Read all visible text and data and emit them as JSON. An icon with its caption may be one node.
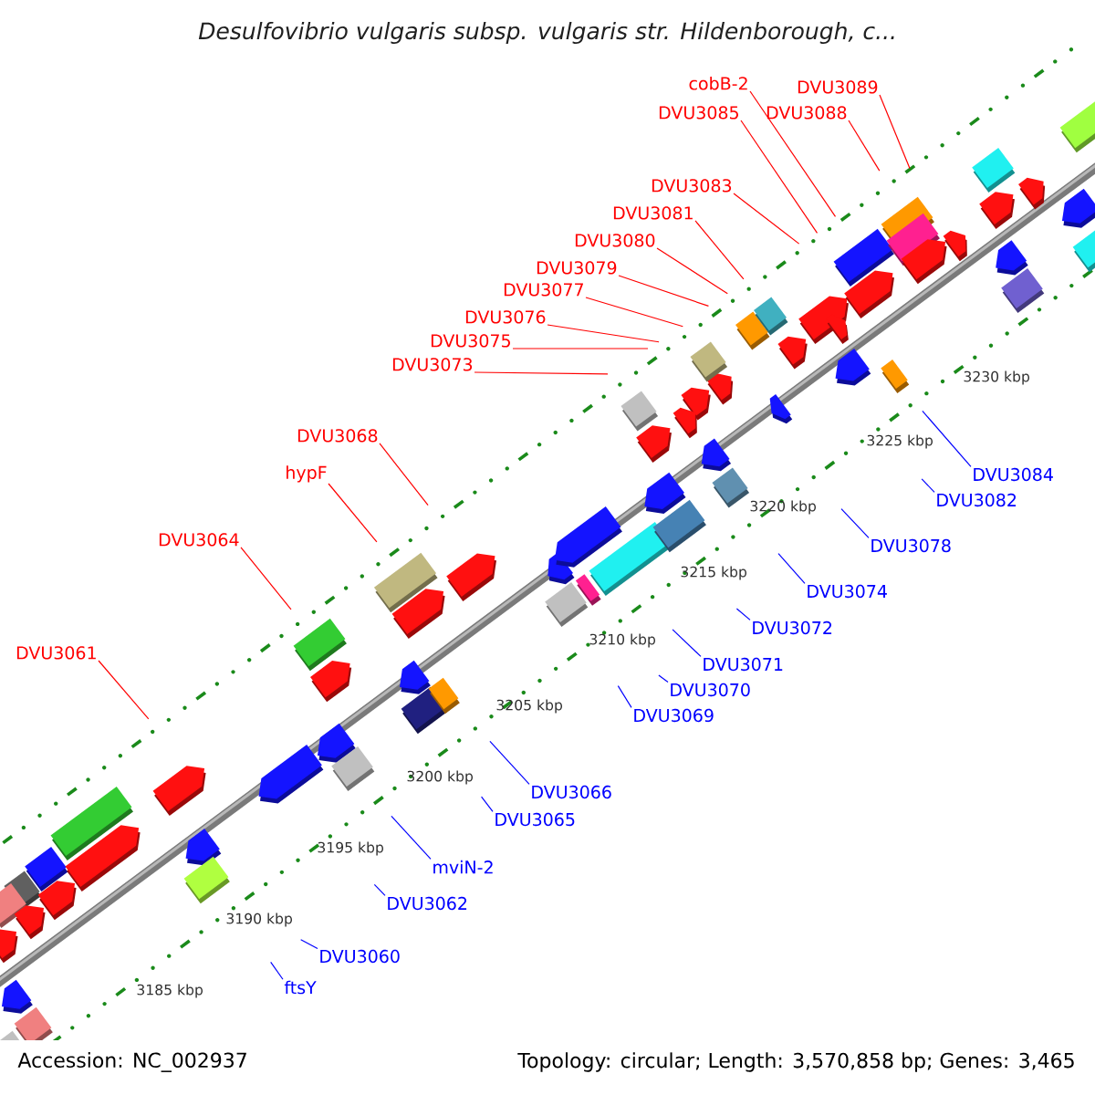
{
  "diagram": {
    "title": "*Desulfovibrio vulgaris* subsp. *vulgaris* str. *Hildenborough*, c...",
    "nodes": [
      {
        "text": [
          "cobB-2"
        ]
      },
      {
        "text": [
          "DVU3089"
        ]
      },
      {
        "text": [
          "DVU3085"
        ]
      },
      {
        "text": [
          "DVU3088"
        ]
      },
      {
        "text": [
          "DVU3083"
        ]
      },
      {
        "text": [
          "DVU3081"
        ]
      },
      {
        "text": [
          "DVU3080"
        ]
      },
      {
        "text": [
          "DVU3079"
        ]
      },
      {
        "text": [
          "DVU3077"
        ]
      },
      {
        "text": [
          "DVU3076"
        ]
      },
      {
        "text": [
          "DVU3075"
        ]
      },
      {
        "text": [
          "DVU3073"
        ]
      },
      {
        "text": [
          "DVU3068"
        ]
      },
      {
        "text": [
          "hypF"
        ]
      },
      {
        "text": [
          "DVU3064"
        ]
      },
      {
        "text": [
          "DVU3061"
        ]
      },
      {
        "text": [
          "DVU3084"
        ]
      },
      {
        "text": [
          "DVU3082"
        ]
      },
      {
        "text": [
          "DVU3078"
        ]
      },
      {
        "text": [
          "DVU3074"
        ]
      },
      {
        "text": [
          "DVU3072"
        ]
      },
      {
        "text": [
          "DVU3071"
        ]
      },
      {
        "text": [
          "DVU3070"
        ]
      },
      {
        "text": [
          "DVU3069"
        ]
      },
      {
        "text": [
          "DVU3066"
        ]
      },
      {
        "text": [
          "DVU3065"
        ]
      },
      {
        "text": [
          "mviN-2"
        ]
      },
      {
        "text": [
          "DVU3062"
        ]
      },
      {
        "text": [
          "DVU3060"
        ]
      },
      {
        "text": [
          "ftsY"
        ]
      }
    ],
    "edges": [
      {
        "from": 0,
        "to": null,
        "arrow": "none",
        "color": "#ff0000"
      },
      {
        "from": 1,
        "to": null,
        "arrow": "none",
        "color": "#ff0000"
      },
      {
        "from": 2,
        "to": null,
        "arrow": "none",
        "color": "#ff0000"
      },
      {
        "from": 3,
        "to": null,
        "arrow": "none",
        "color": "#ff0000"
      },
      {
        "from": 4,
        "to": null,
        "arrow": "none",
        "color": "#ff0000"
      },
      {
        "from": 5,
        "to": null,
        "arrow": "none",
        "color": "#ff0000"
      },
      {
        "from": 6,
        "to": null,
        "arrow": "none",
        "color": "#ff0000"
      },
      {
        "from": 7,
        "to": null,
        "arrow": "none",
        "color": "#ff0000"
      },
      {
        "from": 8,
        "to": null,
        "arrow": "none",
        "color": "#ff0000"
      },
      {
        "from": 9,
        "to": null,
        "arrow": "none",
        "color": "#ff0000"
      },
      {
        "from": 10,
        "to": null,
        "arrow": "none",
        "color": "#ff0000"
      },
      {
        "from": 11,
        "to": null,
        "arrow": "none",
        "color": "#ff0000"
      },
      {
        "from": 12,
        "to": null,
        "arrow": "none",
        "color": "#ff0000"
      },
      {
        "from": 13,
        "to": null,
        "arrow": "none",
        "color": "#ff0000"
      },
      {
        "from": 14,
        "to": null,
        "arrow": "none",
        "color": "#ff0000"
      },
      {
        "from": 15,
        "to": null,
        "arrow": "none",
        "color": "#ff0000"
      },
      {
        "from": 16,
        "to": null,
        "arrow": "none",
        "color": "#0000ff"
      },
      {
        "from": 17,
        "to": null,
        "arrow": "none",
        "color": "#0000ff"
      },
      {
        "from": 18,
        "to": null,
        "arrow": "none",
        "color": "#0000ff"
      },
      {
        "from": 19,
        "to": null,
        "arrow": "none",
        "color": "#0000ff"
      },
      {
        "from": 20,
        "to": null,
        "arrow": "none",
        "color": "#0000ff"
      },
      {
        "from": 21,
        "to": null,
        "arrow": "none",
        "color": "#0000ff"
      },
      {
        "from": 22,
        "to": null,
        "arrow": "none",
        "color": "#0000ff"
      },
      {
        "from": 23,
        "to": null,
        "arrow": "none",
        "color": "#0000ff"
      },
      {
        "from": 24,
        "to": null,
        "arrow": "none",
        "color": "#0000ff"
      },
      {
        "from": 25,
        "to": null,
        "arrow": "none",
        "color": "#0000ff"
      },
      {
        "from": 26,
        "to": null,
        "arrow": "none",
        "color": "#0000ff"
      },
      {
        "from": 27,
        "to": null,
        "arrow": "none",
        "color": "#0000ff"
      },
      {
        "from": 28,
        "to": null,
        "arrow": "none",
        "color": "#0000ff"
      },
      {
        "from": 29,
        "to": null,
        "arrow": "none",
        "color": "#0000ff"
      }
    ],
    "labels": [
      "3230 kbp",
      "3225 kbp",
      "3220 kbp",
      "3215 kbp",
      "3210 kbp",
      "3205 kbp",
      "3200 kbp",
      "3195 kbp",
      "3190 kbp",
      "3185 kbp",
      "Accession: NC_002937",
      "Topology: circular; Length: 3,570,858 bp; Genes: 3,465"
    ]
  }
}
